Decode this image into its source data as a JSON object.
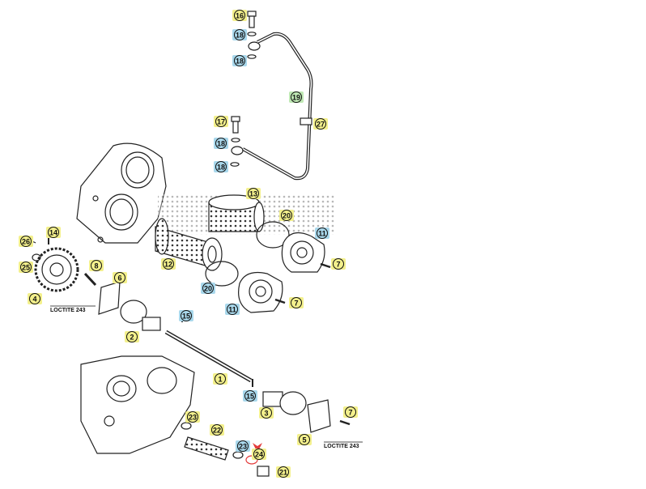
{
  "diagram": {
    "callouts": [
      {
        "id": "c1",
        "label": "16",
        "style": "yellow"
      },
      {
        "id": "c2",
        "label": "18",
        "style": "blue"
      },
      {
        "id": "c3",
        "label": "18",
        "style": "blue"
      },
      {
        "id": "c4",
        "label": "19",
        "style": "green"
      },
      {
        "id": "c5",
        "label": "27",
        "style": "yellow"
      },
      {
        "id": "c6",
        "label": "17",
        "style": "yellow"
      },
      {
        "id": "c7",
        "label": "18",
        "style": "blue"
      },
      {
        "id": "c8",
        "label": "18",
        "style": "blue"
      },
      {
        "id": "c9",
        "label": "13",
        "style": "yellow"
      },
      {
        "id": "c10",
        "label": "20",
        "style": "yellow"
      },
      {
        "id": "c11",
        "label": "11",
        "style": "blue"
      },
      {
        "id": "c12",
        "label": "7",
        "style": "yellow"
      },
      {
        "id": "c13",
        "label": "12",
        "style": "yellow"
      },
      {
        "id": "c14",
        "label": "20",
        "style": "blue"
      },
      {
        "id": "c15",
        "label": "11",
        "style": "blue"
      },
      {
        "id": "c16",
        "label": "7",
        "style": "yellow"
      },
      {
        "id": "c17",
        "label": "26",
        "style": "yellow"
      },
      {
        "id": "c18",
        "label": "14",
        "style": "yellow"
      },
      {
        "id": "c19",
        "label": "25",
        "style": "yellow"
      },
      {
        "id": "c20",
        "label": "8",
        "style": "yellow"
      },
      {
        "id": "c21",
        "label": "6",
        "style": "yellow"
      },
      {
        "id": "c22",
        "label": "4",
        "style": "yellow"
      },
      {
        "id": "c23",
        "label": "15",
        "style": "blue"
      },
      {
        "id": "c24",
        "label": "2",
        "style": "yellow"
      },
      {
        "id": "c25",
        "label": "1",
        "style": "yellow"
      },
      {
        "id": "c26",
        "label": "15",
        "style": "blue"
      },
      {
        "id": "c27",
        "label": "3",
        "style": "yellow"
      },
      {
        "id": "c28",
        "label": "7",
        "style": "yellow"
      },
      {
        "id": "c29",
        "label": "23",
        "style": "yellow"
      },
      {
        "id": "c30",
        "label": "22",
        "style": "yellow"
      },
      {
        "id": "c31",
        "label": "23",
        "style": "blue"
      },
      {
        "id": "c32",
        "label": "24",
        "style": "yellow"
      },
      {
        "id": "c33",
        "label": "5",
        "style": "yellow"
      },
      {
        "id": "c34",
        "label": "21",
        "style": "yellow"
      }
    ],
    "notes": {
      "loctite_left": "LOCTITE 243",
      "loctite_right": "LOCTITE 243"
    },
    "colors": {
      "yellow": "#f3f08c",
      "blue": "#a9d8ec",
      "green": "#bfe8b4",
      "selected": "#e33b3b"
    }
  }
}
